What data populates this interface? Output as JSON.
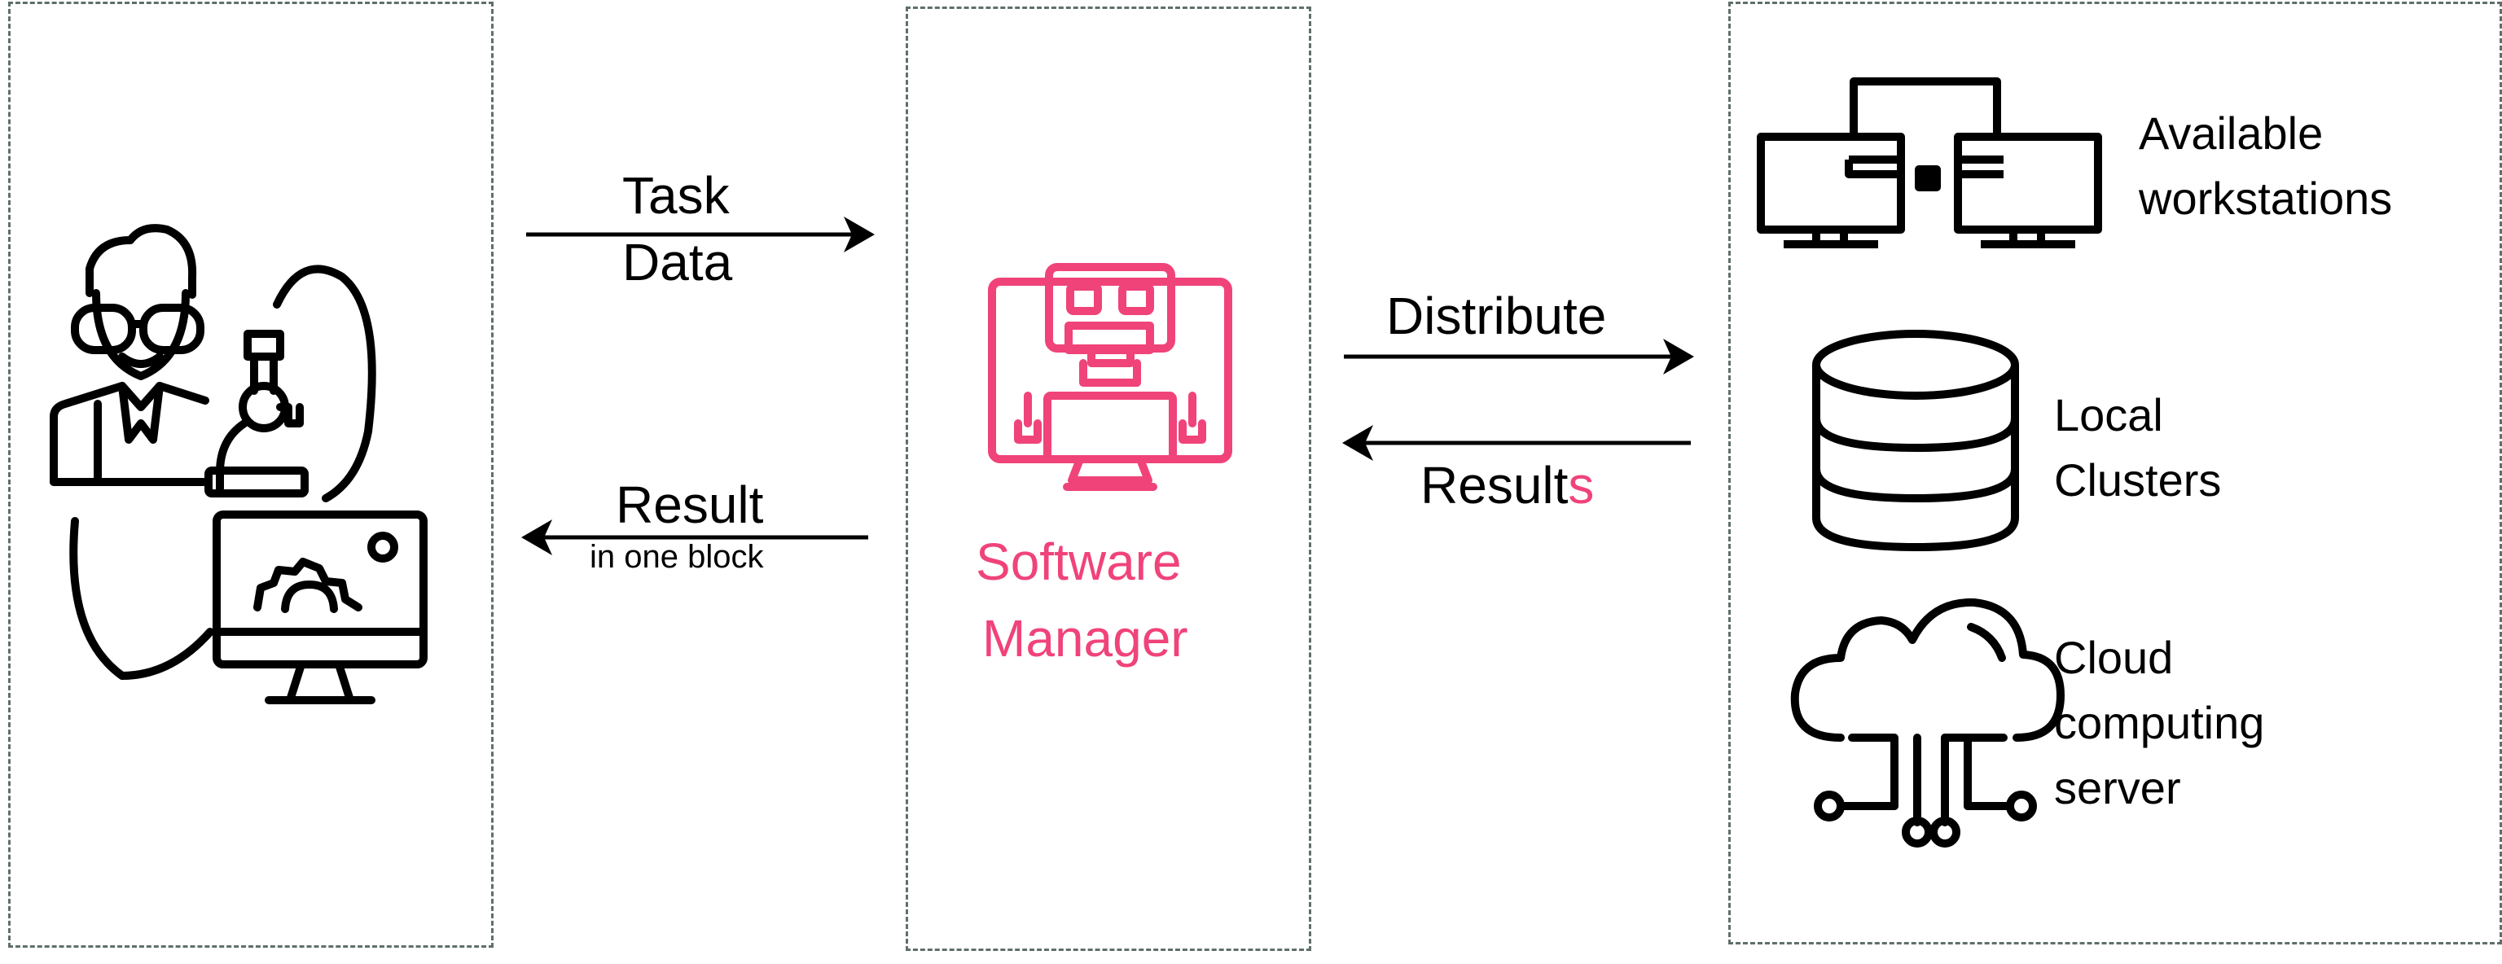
{
  "task_arrow": {
    "line1": "Task",
    "line2": "Data"
  },
  "result_arrow": {
    "label": "Result",
    "sublabel": "in one block"
  },
  "manager": {
    "line1": "Software",
    "line2": "Manager"
  },
  "distribute_arrow": {
    "label": "Distribute"
  },
  "results_arrow": {
    "label_prefix": "Result",
    "label_suffix": "s"
  },
  "resources": {
    "workstations": {
      "line1": "Available",
      "line2": "workstations"
    },
    "clusters": {
      "line1": "Local",
      "line2": "Clusters"
    },
    "cloud": {
      "line1": "Cloud",
      "line2": "computing",
      "line3": "server"
    }
  },
  "colors": {
    "accent": "#f0437a",
    "border": "#5f6f6c",
    "ink": "#000000"
  }
}
